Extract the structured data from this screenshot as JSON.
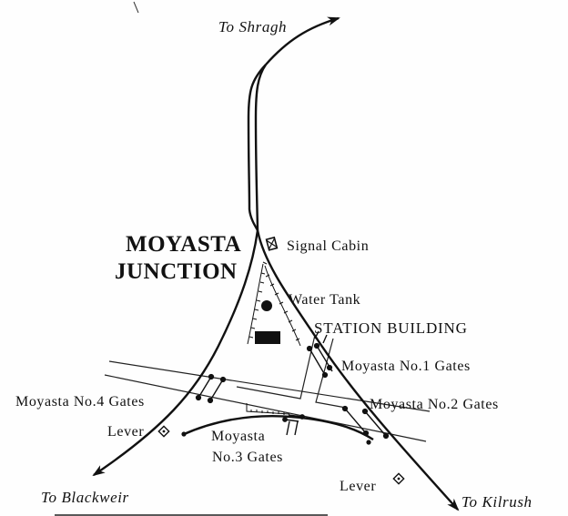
{
  "diagram": {
    "title_line1": "MOYASTA",
    "title_line2": "JUNCTION",
    "destinations": {
      "north": "To Shragh",
      "southwest": "To Blackweir",
      "southeast": "To Kilrush"
    },
    "features": {
      "signal_cabin": "Signal Cabin",
      "water_tank": "Water Tank",
      "station_building": "STATION BUILDING"
    },
    "gates": {
      "no1": "Moyasta No.1 Gates",
      "no2": "Moyasta No.2 Gates",
      "no3_line1": "Moyasta",
      "no3_line2": "No.3 Gates",
      "no4": "Moyasta No.4 Gates"
    },
    "levers": {
      "west": "Lever",
      "east": "Lever"
    },
    "colors": {
      "ink": "#111111",
      "background": "#fefefe"
    }
  }
}
